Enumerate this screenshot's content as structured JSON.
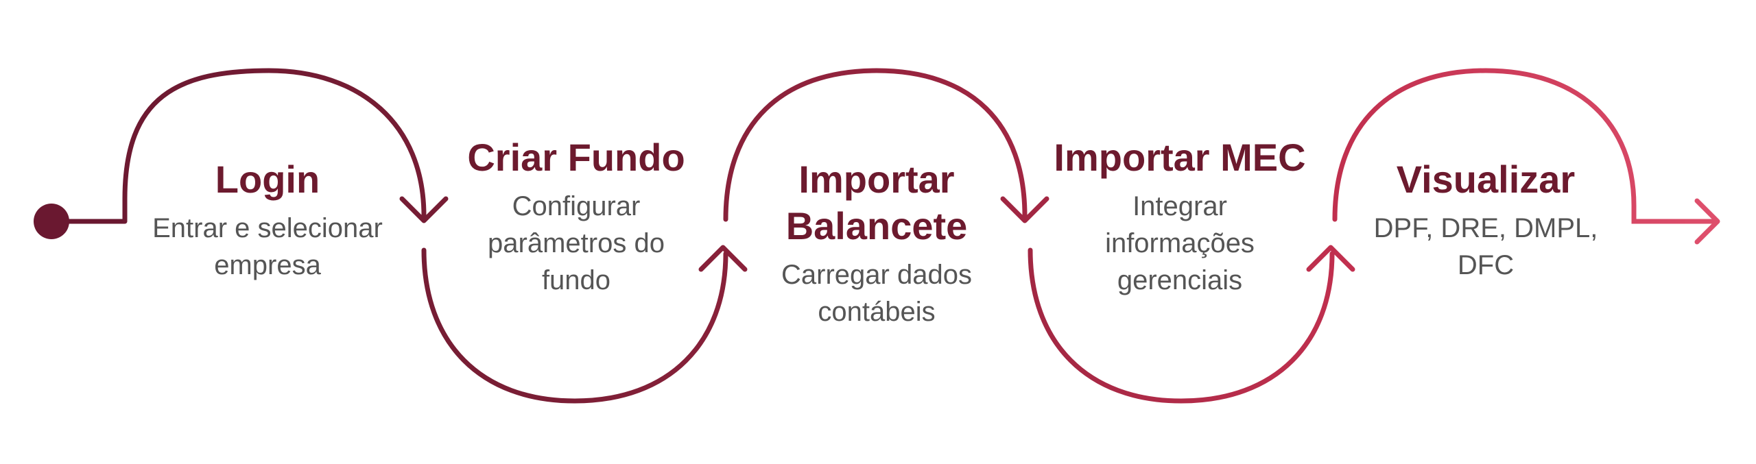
{
  "colors": {
    "title": "#6c1a2e",
    "description": "#555555",
    "background": "#ffffff",
    "start_dot": "#6a1830",
    "gradient": [
      "#6a1830",
      "#7a1e35",
      "#9c2540",
      "#c2304f",
      "#de4f6c"
    ]
  },
  "icons": {
    "start": "start-dot-icon",
    "end": "end-arrow-icon",
    "connector": "chevron-arrow-icon"
  },
  "steps": [
    {
      "title": "Login",
      "description": "Entrar e selecionar\nempresa"
    },
    {
      "title": "Criar Fundo",
      "description": "Configurar\nparâmetros do\nfundo"
    },
    {
      "title": "Importar\nBalancete",
      "description": "Carregar dados\ncontábeis"
    },
    {
      "title": "Importar MEC",
      "description": "Integrar\ninformações\ngerenciais"
    },
    {
      "title": "Visualizar",
      "description": "DPF, DRE, DMPL,\nDFC"
    }
  ]
}
